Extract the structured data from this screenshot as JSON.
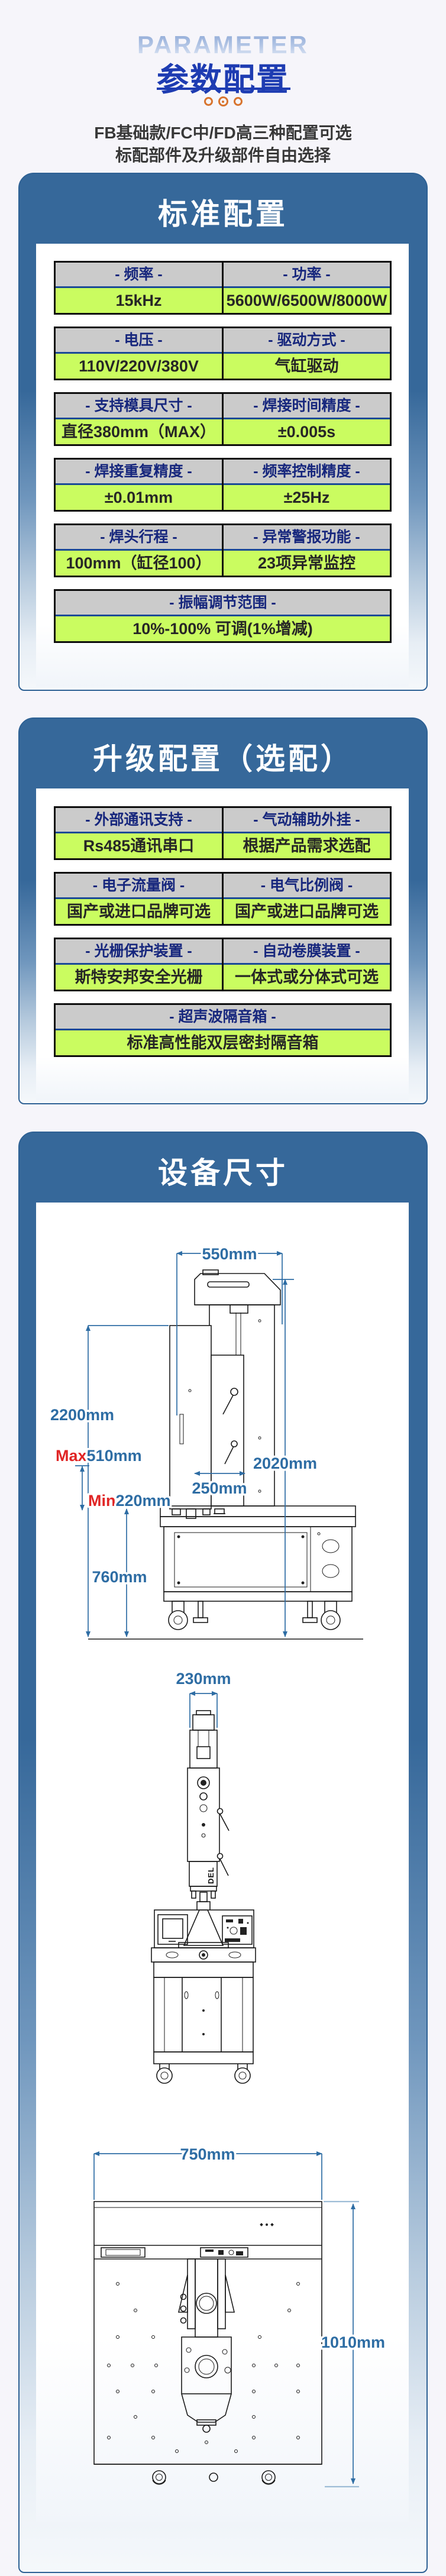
{
  "colors": {
    "page_background": "#f6f5fa",
    "section_blue": "#36689a",
    "title_blue": "#1e3cb2",
    "dot_orange": "#d8742e",
    "label_navy": "#17277d",
    "cell_gray": "#cbcbcb",
    "cell_green": "#cafc60",
    "divider_navy": "#1b4a96",
    "dimension_blue": "#2e6da4",
    "dimension_red": "#e02525"
  },
  "header": {
    "eyebrow": "PARAMETER",
    "title": "参数配置",
    "subtitle1": "FB基础款/FC中/FD高三种配置可选",
    "subtitle2": "标配部件及升级部件自由选择"
  },
  "standard": {
    "title": "标准配置",
    "specs": [
      {
        "label": "- 频率 -",
        "value": "15kHz"
      },
      {
        "label": "- 功率 -",
        "value": "5600W/6500W/8000W"
      },
      {
        "label": "- 电压 -",
        "value": "110V/220V/380V"
      },
      {
        "label": "- 驱动方式 -",
        "value": "气缸驱动"
      },
      {
        "label": "- 支持模具尺寸 -",
        "value": "直径380mm（MAX）"
      },
      {
        "label": "- 焊接时间精度 -",
        "value": "±0.005s"
      },
      {
        "label": "- 焊接重复精度 -",
        "value": "±0.01mm"
      },
      {
        "label": "- 频率控制精度 -",
        "value": "±25Hz"
      },
      {
        "label": "- 焊头行程 -",
        "value": "100mm（缸径100）"
      },
      {
        "label": "- 异常警报功能 -",
        "value": "23项异常监控"
      },
      {
        "label": "- 振幅调节范围 -",
        "value": "10%-100% 可调(1%增减)"
      }
    ]
  },
  "upgrade": {
    "title": "升级配置（选配）",
    "specs": [
      {
        "label": "- 外部通讯支持 -",
        "value": "Rs485通讯串口"
      },
      {
        "label": "- 气动辅助外挂 -",
        "value": "根据产品需求选配"
      },
      {
        "label": "- 电子流量阀 -",
        "value": "国产或进口品牌可选"
      },
      {
        "label": "- 电气比例阀 -",
        "value": "国产或进口品牌可选"
      },
      {
        "label": "- 光栅保护装置 -",
        "value": "斯特安邦安全光栅"
      },
      {
        "label": "- 自动卷膜装置 -",
        "value": "一体式或分体式可选"
      },
      {
        "label": "- 超声波隔音箱 -",
        "value": "标准高性能双层密封隔音箱"
      }
    ]
  },
  "equipment": {
    "title": "设备尺寸",
    "side_view": {
      "top_width": "550mm",
      "total_height": "2200mm",
      "max_label": "Max",
      "max_value": "510mm",
      "throat_depth": "250mm",
      "min_label": "Min",
      "min_value": "220mm",
      "base_height": "760mm",
      "column_height": "2020mm"
    },
    "front_view": {
      "head_width": "230mm",
      "brand": "DEL"
    },
    "top_view": {
      "width": "750mm",
      "depth": "1010mm"
    }
  }
}
